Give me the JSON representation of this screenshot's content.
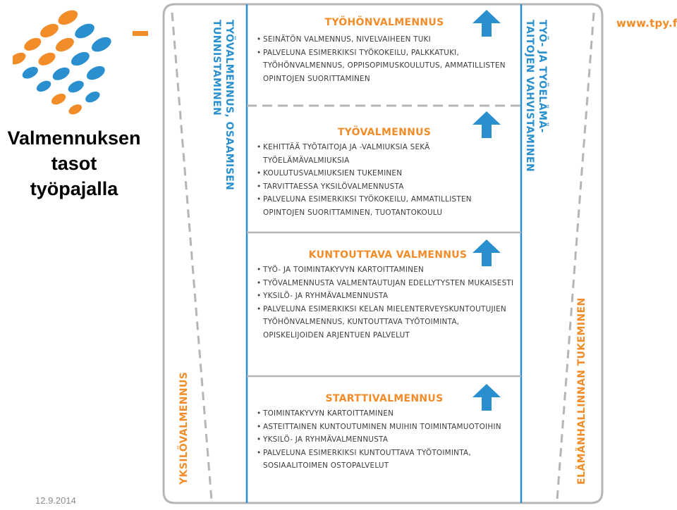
{
  "slide": {
    "title_lines": [
      "Valmennuksen",
      "tasot",
      "työpajalla"
    ],
    "date": "12.9.2014",
    "url": "www.tpy.fi"
  },
  "colors": {
    "orange": "#f28c28",
    "blue": "#2a8fcf",
    "gray": "#b5b5b5"
  },
  "side_labels": {
    "left_top": [
      "TYÖVALMENNUS, OSAAMISEN",
      "TUNNISTAMINEN"
    ],
    "left_bottom": "YKSILÖVALMENNUS",
    "right_top": [
      "TYÖ- JA TYÖELÄMÄ-",
      "TAITOJEN VAHVISTAMINEN"
    ],
    "right_bottom": "ELÄMÄNHALLINNAN TUKEMINEN"
  },
  "sections": [
    {
      "title": "TYÖHÖNVALMENNUS",
      "icon": "arrow-up-icon",
      "bullets": [
        "SEINÄTÖN VALMENNUS, NIVELVAIHEEN TUKI",
        "PALVELUNA ESIMERKIKSI TYÖKOKEILU, PALKKATUKI, TYÖHÖNVALMENNUS, OPPISOPIMUSKOULUTUS, AMMATILLISTEN OPINTOJEN SUORITTAMINEN"
      ]
    },
    {
      "title": "TYÖVALMENNUS",
      "icon": "arrow-up-icon",
      "bullets": [
        "KEHITTÄÄ TYÖTAITOJA JA -VALMIUKSIA SEKÄ TYÖELÄMÄVALMIUKSIA",
        "KOULUTUSVALMIUKSIEN TUKEMINEN",
        "TARVITTAESSA YKSILÖVALMENNUSTA",
        "PALVELUNA ESIMERKIKSI TYÖKOKEILU, AMMATILLISTEN OPINTOJEN SUORITTAMINEN, TUOTANTOKOULU"
      ]
    },
    {
      "title": "KUNTOUTTAVA VALMENNUS",
      "icon": "arrow-up-icon",
      "bullets": [
        "TYÖ- JA TOIMINTAKYVYN KARTOITTAMINEN",
        "TYÖVALMENNUSTA VALMENTAUTUJAN EDELLYTYSTEN MUKAISESTI",
        "YKSILÖ- JA RYHMÄVALMENNUSTA",
        "PALVELUNA ESIMERKIKSI KELAN MIELENTERVEYSKUNTOUTUJIEN TYÖHÖNVALMENNUS, KUNTOUTTAVA TYÖTOIMINTA, OPISKELIJOIDEN ARJENTUEN PALVELUT"
      ]
    },
    {
      "title": "STARTTIVALMENNUS",
      "icon": "arrow-up-icon",
      "bullets": [
        "TOIMINTAKYVYN KARTOITTAMINEN",
        "ASTEITTAINEN KUNTOUTUMINEN MUIHIN TOIMINTAMUOTOIHIN",
        "YKSILÖ- JA RYHMÄVALMENNUSTA",
        "PALVELUNA ESIMERKIKSI KUNTOUTTAVA TYÖTOIMINTA, SOSIAALITOIMEN OSTOPALVELUT"
      ]
    }
  ]
}
